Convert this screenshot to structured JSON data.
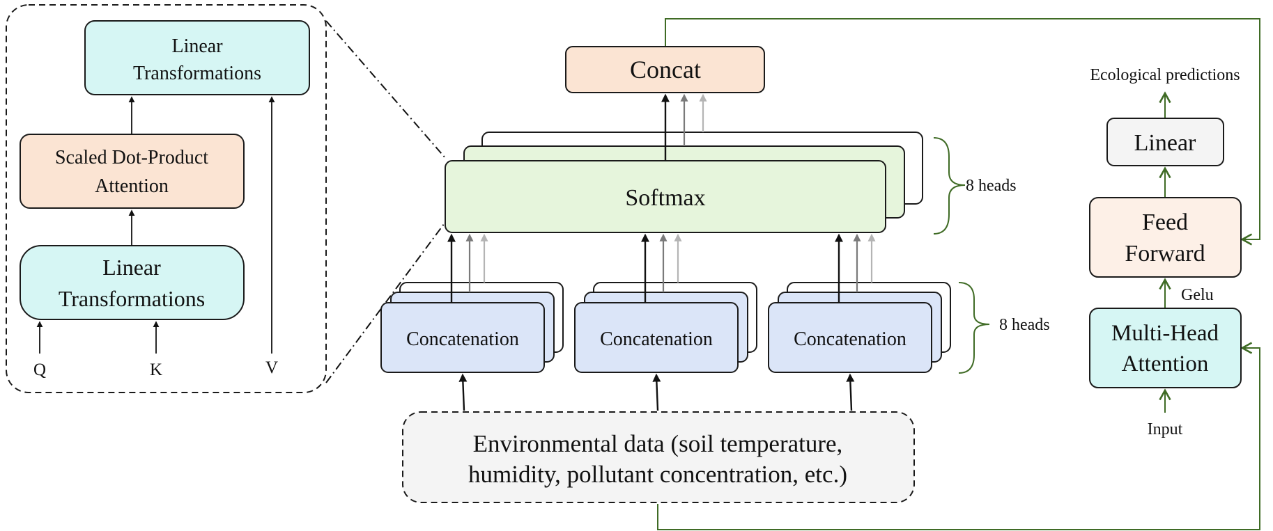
{
  "colors": {
    "cyan": "#d6f6f4",
    "peach": "#fbe4d3",
    "mint": "#e6f5dc",
    "lavender": "#dbe5f8",
    "light_gray": "#f4f4f4",
    "white": "#ffffff",
    "green_line": "#3f6b25"
  },
  "detail": {
    "linear_top_line1": "Linear",
    "linear_top_line2": "Transformations",
    "sdpa_line1": "Scaled Dot-Product",
    "sdpa_line2": "Attention",
    "linear_bottom_line1": "Linear",
    "linear_bottom_line2": "Transformations",
    "input_q": "Q",
    "input_k": "K",
    "input_v": "V"
  },
  "center": {
    "concat": "Concat",
    "softmax": "Softmax",
    "concatenation_labels": [
      "Concatenation",
      "Concatenation",
      "Concatenation"
    ],
    "heads_softmax": "8 heads",
    "heads_concat": "8 heads",
    "environmental_line1": "Environmental data (soil temperature,",
    "environmental_line2": "humidity, pollutant concentration, etc.)"
  },
  "pipeline": {
    "output_label": "Ecological predictions",
    "linear": "Linear",
    "feed_forward_line1": "Feed",
    "feed_forward_line2": "Forward",
    "activation": "Gelu",
    "mha_line1": "Multi-Head",
    "mha_line2": "Attention",
    "input_label": "Input"
  }
}
